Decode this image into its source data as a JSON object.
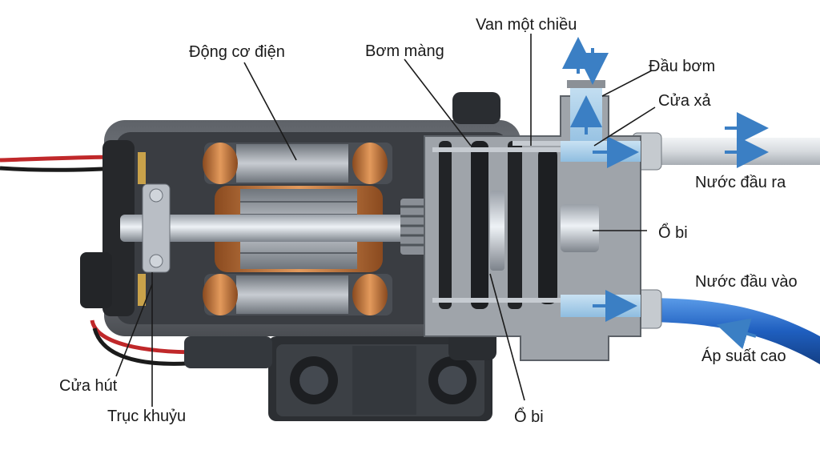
{
  "labels": {
    "motor": "Động cơ điện",
    "diaphragm_pump": "Bơm màng",
    "check_valve": "Van một chiều",
    "pump_head": "Đầu bơm",
    "discharge_port": "Cửa xả",
    "water_out": "Nước đầu ra",
    "bearing_right": "Ổ bi",
    "water_in": "Nước đầu vào",
    "high_pressure": "Áp suất cao",
    "suction_port": "Cửa hút",
    "crankshaft": "Trục khuỷu",
    "bearing_bottom": "Ổ bi"
  },
  "colors": {
    "flow_arrow": "#3b7fc4",
    "water_fill": "#a9cde8",
    "copper": "#c8753a",
    "housing": "#8a8e93",
    "inlet_hose": "#1f5fbf",
    "wire_red": "#c0282a",
    "wire_black": "#1b1b1b"
  }
}
